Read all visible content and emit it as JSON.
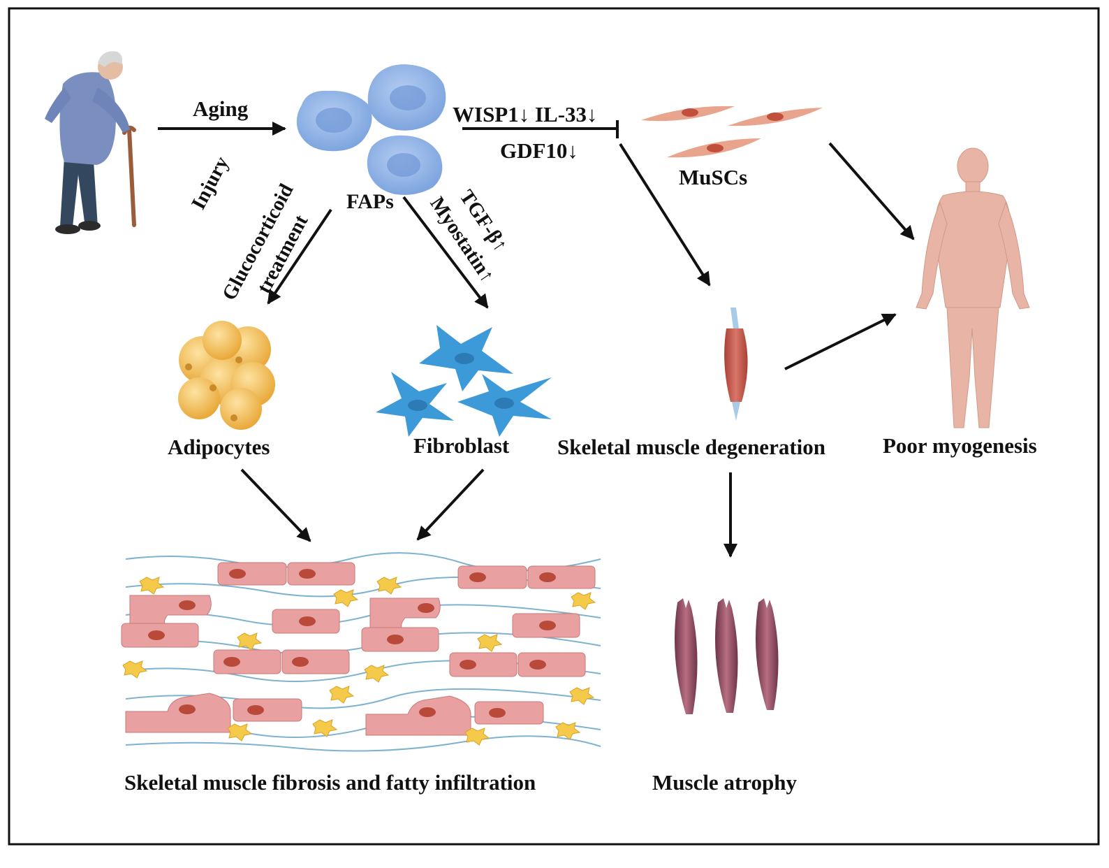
{
  "labels": {
    "aging": "Aging",
    "faps": "FAPs",
    "wisp_il33": "WISP1↓ IL-33↓",
    "gdf10": "GDF10↓",
    "muscs": "MuSCs",
    "injury": "Injury",
    "glucocorticoid": "Glucocorticoid",
    "treatment": "treatment",
    "tgf_beta": "TGF-β↑",
    "myostatin": "Myostatin↑",
    "adipocytes": "Adipocytes",
    "fibroblast": "Fibroblast",
    "skeletal_muscle_degeneration": "Skeletal muscle degeneration",
    "poor_myogenesis": "Poor myogenesis",
    "fibrosis_infiltration": "Skeletal muscle fibrosis and fatty infiltration",
    "muscle_atrophy": "Muscle atrophy"
  },
  "colors": {
    "frame": "#111111",
    "arrow": "#111111",
    "fap_cell": "#8fb2e6",
    "fap_nucleus": "#6f97d6",
    "musc_cell": "#e9a48e",
    "musc_nucleus": "#c0503c",
    "adipocyte": "#f3c14d",
    "fibroblast": "#3d9ad8",
    "muscle": "#c65a4d",
    "tendon": "#a8cbe8",
    "body_figure": "#e7b4a6",
    "atrophy_muscle": "#8c4a5e",
    "fiber_line": "#7fb2cf"
  }
}
